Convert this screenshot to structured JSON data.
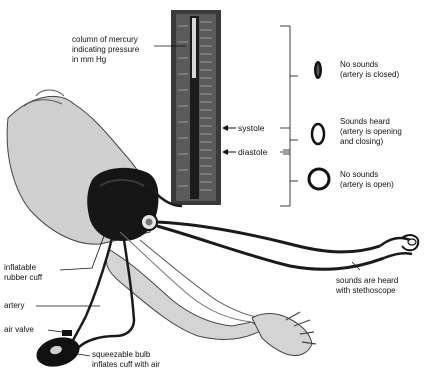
{
  "labels": {
    "column_of_mercury": "column of mercury\nindicating pressure\nin mm Hg",
    "systole": "systole",
    "diastole": "diastole",
    "inflatable_cuff": "inflatable\nrubber cuff",
    "artery": "artery",
    "air_valve": "air valve",
    "squeezable_bulb": "squeezable bulb\ninflates cuff with air",
    "stethoscope": "sounds are heard\nwith stethoscope"
  },
  "legend": [
    {
      "state": "closed",
      "text": "No sounds\n(artery is closed)"
    },
    {
      "state": "opening",
      "text": "Sounds heard\n(artery is opening\nand closing)"
    },
    {
      "state": "open",
      "text": "No sounds\n(artery is open)"
    }
  ],
  "colors": {
    "ink": "#111111",
    "mercury_case": "#3a3a3a",
    "skin": "#c9c9c9",
    "tubing": "#1a1a1a"
  }
}
